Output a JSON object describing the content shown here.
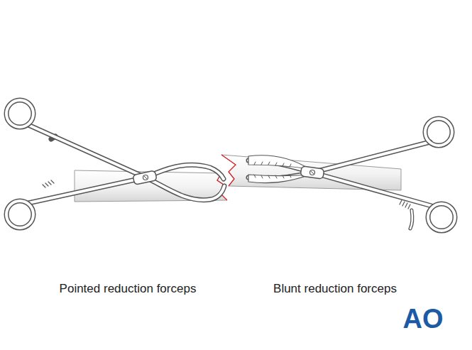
{
  "diagram": {
    "labels": [
      "Pointed reduction forceps",
      "Blunt reduction forceps",
      "AO"
    ]
  }
}
